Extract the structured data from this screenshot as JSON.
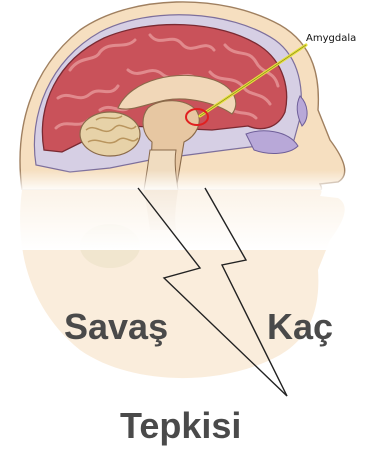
{
  "diagram": {
    "callout_label": "Amygdala",
    "words": {
      "left": "Savaş",
      "right": "Kaç",
      "bottom": "Tepkisi"
    }
  },
  "colors": {
    "skin": "#f6dfc0",
    "skull": "#d6cfe4",
    "cortex": "#c9525a",
    "cortex_light": "#e18a8d",
    "pointer": "#e6e23a",
    "highlight_circle": "#e02020",
    "text": "#4a4a4a"
  }
}
